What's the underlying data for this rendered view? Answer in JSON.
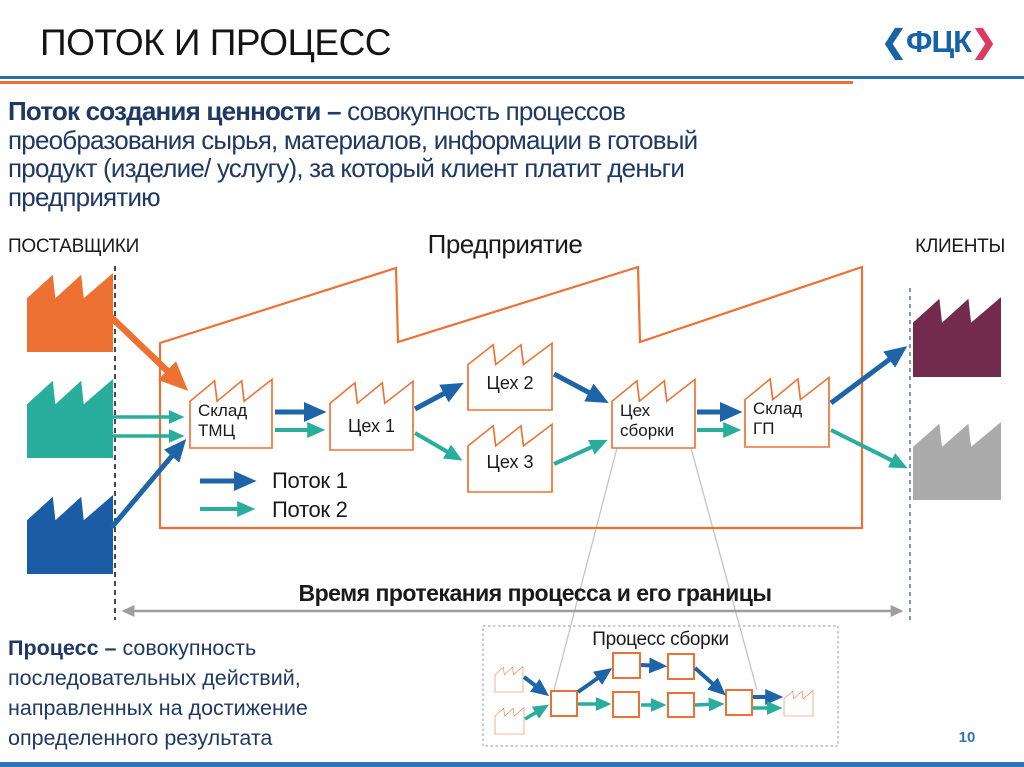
{
  "colors": {
    "orange": "#ED7132",
    "blue": "#1E64A9",
    "teal": "#29AE9E",
    "navy": "#1F3864",
    "maroon": "#722B4D",
    "gray-factory": "#ABABAB",
    "blue-factory": "#1A5DA6",
    "header-blue": "#2471AE",
    "logo-blue": "#1862A8",
    "logo-red": "#DD3A63",
    "page-blue": "#2E75B6",
    "gray-arrow": "#9E9E9E",
    "callout-gray": "#C0C0C0"
  },
  "header": {
    "title": "ПОТОК И ПРОЦЕСС",
    "logo": {
      "open": "❮",
      "text": "ФЦК",
      "close": "❯"
    }
  },
  "intro": {
    "lead": "Поток создания ценности – ",
    "line1": "совокупность процессов",
    "line2": "преобразования сырья, материалов, информации в готовый",
    "line3": "продукт (изделие/ услугу), за который клиент платит деньги",
    "line4": "предприятию"
  },
  "diagram": {
    "suppliers": "ПОСТАВЩИКИ",
    "enterprise": "Предприятие",
    "clients": "КЛИЕНТЫ",
    "nodes": {
      "warehouse_in_1": "Склад",
      "warehouse_in_2": "ТМЦ",
      "shop1": "Цех 1",
      "shop2": "Цех 2",
      "shop3": "Цех 3",
      "assembly_1": "Цех",
      "assembly_2": "сборки",
      "warehouse_out_1": "Склад",
      "warehouse_out_2": "ГП"
    },
    "legend": {
      "flow1": "Поток 1",
      "flow2": "Поток 2"
    },
    "time_span": "Время протекания процесса и его границы",
    "assembly_detail": "Процесс сборки"
  },
  "process_def": {
    "lead": "Процесс – ",
    "line1": "совокупность",
    "line2": "последовательных действий,",
    "line3": "направленных на достижение",
    "line4": "определенного результата"
  },
  "footer": {
    "page_number": "10"
  }
}
